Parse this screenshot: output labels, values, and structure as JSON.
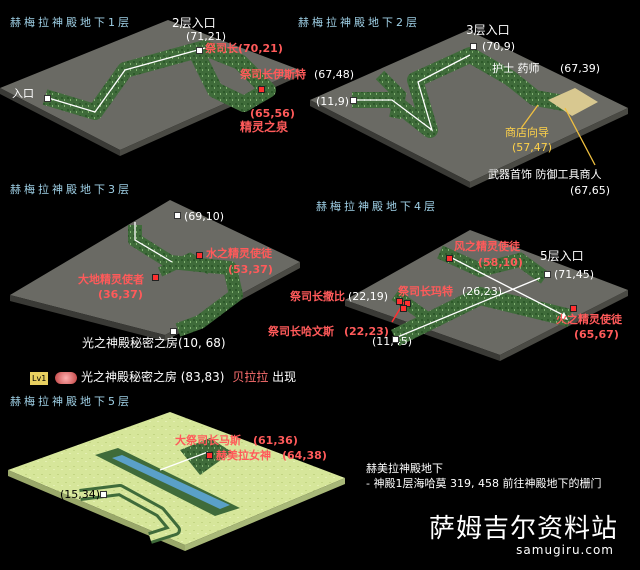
{
  "floors": [
    {
      "title": "赫梅拉神殿地下1层"
    },
    {
      "title": "赫梅拉神殿地下2层"
    },
    {
      "title": "赫梅拉神殿地下3层"
    },
    {
      "title": "赫梅拉神殿地下4层"
    },
    {
      "title": "赫梅拉神殿地下5层"
    }
  ],
  "f1": {
    "entrance": "入口",
    "exit2": "2层入口",
    "exit2_coord": "(71,21)",
    "priest": "祭司长(70,21)",
    "priest2": "祭司长伊斯特",
    "priest2_coord": "(67,48)",
    "spring_coord": "(65,56)",
    "spring": "精灵之泉"
  },
  "f2": {
    "exit3": "3层入口",
    "exit3_coord": "(70,9)",
    "nurse": "护士 药师",
    "nurse_coord": "(67,39)",
    "start_coord": "(11,9)",
    "guide": "商店向导",
    "guide_coord": "(57,47)",
    "merchant": "武器首饰 防御工具商人",
    "merchant_coord": "(67,65)"
  },
  "f3": {
    "top_coord": "(69,10)",
    "water": "水之精灵使徒",
    "water_coord": "(53,37)",
    "earth": "大地精灵使者",
    "earth_coord": "(36,37)",
    "secret1": "光之神殿秘密之房(10, 68)",
    "secret2": "光之神殿秘密之房 (83,83)",
    "boss": "贝拉拉",
    "appear": "出现",
    "lv": "Lv1"
  },
  "f4": {
    "wind": "风之精灵使徒",
    "wind_coord": "(58,10)",
    "exit5": "5层入口",
    "exit5_coord": "(71,45)",
    "p1": "祭司长撒比",
    "p1_coord": "(22,19)",
    "p2": "祭司长玛特",
    "p2_coord": "(26,23)",
    "p3": "祭司长哈文斯",
    "p3_coord": "(22,23)",
    "start_coord": "(11,45)",
    "fire": "火之精灵使徒",
    "fire_coord": "(65,67)"
  },
  "f5": {
    "grand": "大祭司长马斯",
    "grand_coord": "(61,36)",
    "goddess": "赫美拉女神",
    "goddess_coord": "(64,38)",
    "start_coord": "(15,34)"
  },
  "note": {
    "line1": "赫美拉神殿地下",
    "line2": "- 神殿1层海哈莫 319, 458 前往神殿地下的栅门"
  },
  "brand": {
    "name": "萨姆吉尔资料站",
    "url": "samugiru.com"
  }
}
